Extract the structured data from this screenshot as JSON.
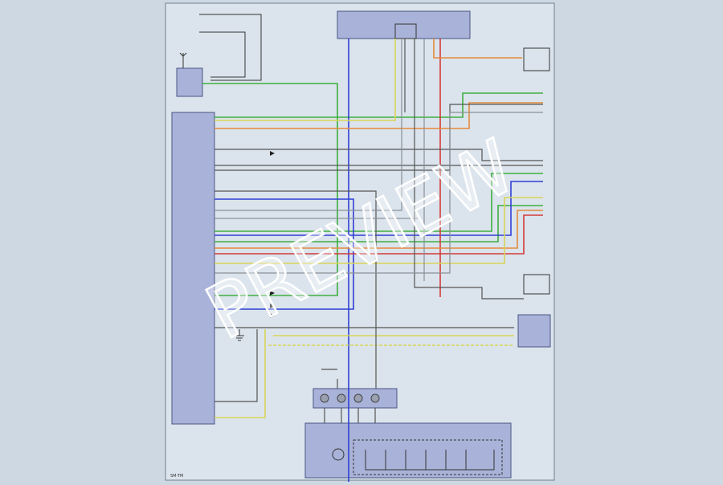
{
  "page": {
    "page_number": "SM-TM"
  },
  "watermark": {
    "text": "PREVIEW"
  },
  "colors": {
    "background": "#cdd8e2",
    "sheet": "#dbe4ec",
    "module_fill": "#a9b3d9",
    "green": "#3fae3f",
    "blue": "#2f3fd6",
    "red": "#d23b3b",
    "orange": "#e58a3c",
    "yellow": "#d8d45a",
    "black": "#222222",
    "gray": "#8a8f96"
  },
  "icons": [
    "ground-symbol",
    "antenna-symbol",
    "speaker-symbol"
  ]
}
